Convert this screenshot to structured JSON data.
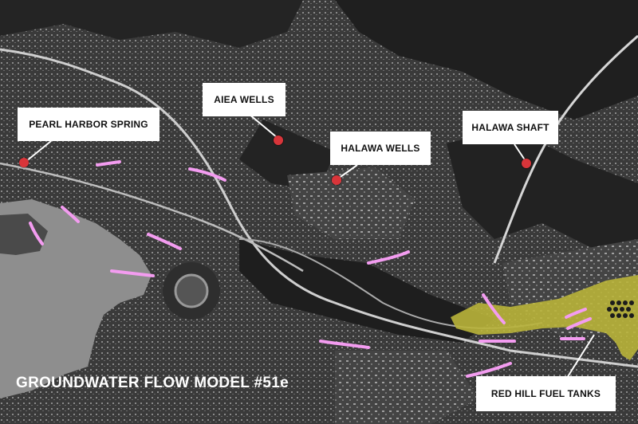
{
  "map": {
    "title": "GROUNDWATER FLOW MODEL #51e",
    "locations": [
      {
        "id": "pearl-harbor-spring",
        "label": "PEARL HARBOR SPRING"
      },
      {
        "id": "aiea-wells",
        "label": "AIEA WELLS"
      },
      {
        "id": "halawa-wells",
        "label": "HALAWA WELLS"
      },
      {
        "id": "halawa-shaft",
        "label": "HALAWA SHAFT"
      },
      {
        "id": "red-hill-fuel-tanks",
        "label": "RED HILL FUEL TANKS"
      }
    ],
    "colors": {
      "marker": "#d8353a",
      "flow_lines": "#f39cf0",
      "fuel_facility": "#b9b43a",
      "label_bg": "#ffffff",
      "basemap": "#2b2b2b",
      "water": "#8e8e8e"
    }
  }
}
